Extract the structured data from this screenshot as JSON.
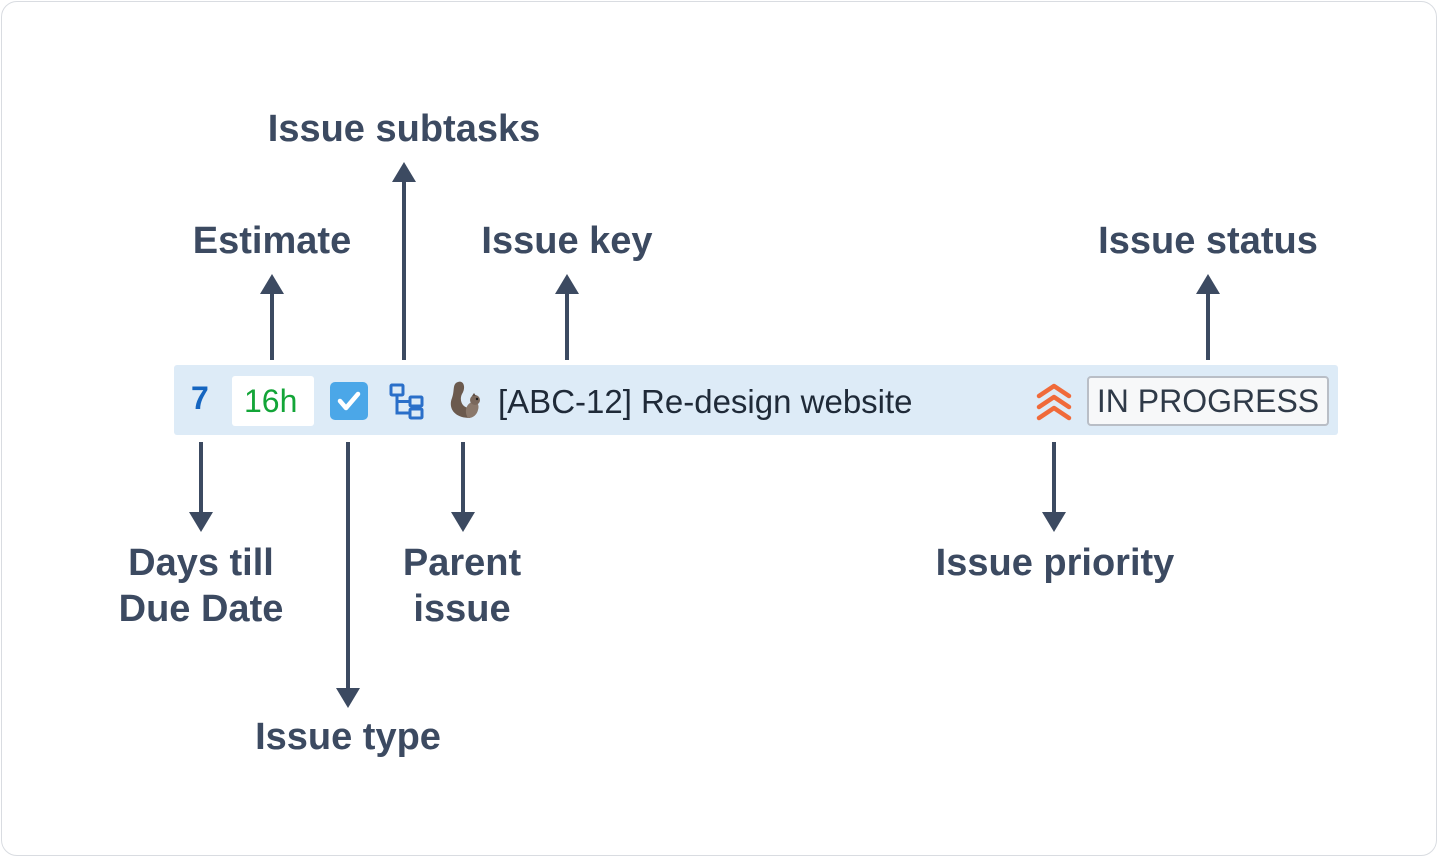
{
  "callouts": {
    "subtasks": "Issue subtasks",
    "estimate": "Estimate",
    "key": "Issue key",
    "status": "Issue status",
    "days_line1": "Days till",
    "days_line2": "Due Date",
    "parent_line1": "Parent",
    "parent_line2": "issue",
    "priority": "Issue priority",
    "type": "Issue type"
  },
  "issue": {
    "days_till_due": "7",
    "estimate": "16h",
    "key_and_summary": "[ABC-12] Re-design website",
    "status": "IN PROGRESS",
    "issue_type_icon": "checkbox-task-icon",
    "subtasks_icon": "subtasks-hierarchy-icon",
    "parent_icon": "squirrel-avatar-icon",
    "priority_icon": "highest-priority-chevrons-icon"
  },
  "colors": {
    "callout_text": "#3c4a61",
    "row_background": "#ddebf7",
    "days": "#1565c0",
    "estimate": "#13a538",
    "issue_type": "#4ba7e8",
    "priority": "#f06a3a"
  }
}
